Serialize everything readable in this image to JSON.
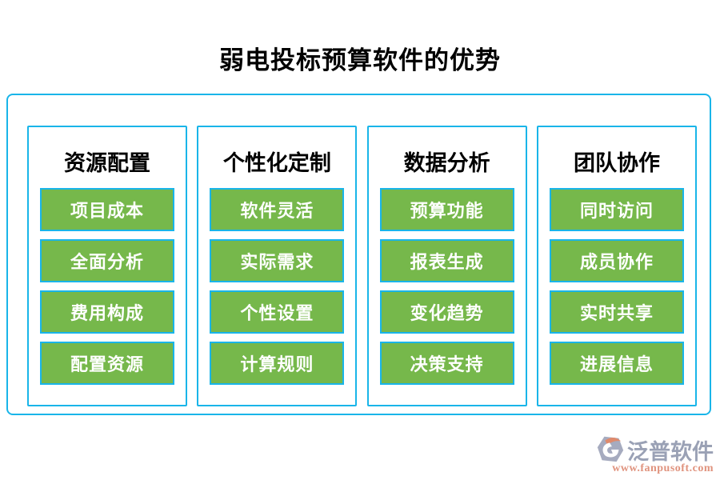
{
  "title": "弱电投标预算软件的优势",
  "colors": {
    "border_cyan": "#19b5e9",
    "item_green": "#76b84b",
    "item_text": "#ffffff",
    "heading_text": "#000000",
    "brand_gray": "#9aa1b5",
    "brand_orange": "#e0937e"
  },
  "columns": [
    {
      "header": "资源配置",
      "items": [
        "项目成本",
        "全面分析",
        "费用构成",
        "配置资源"
      ]
    },
    {
      "header": "个性化定制",
      "items": [
        "软件灵活",
        "实际需求",
        "个性设置",
        "计算规则"
      ]
    },
    {
      "header": "数据分析",
      "items": [
        "预算功能",
        "报表生成",
        "变化趋势",
        "决策支持"
      ]
    },
    {
      "header": "团队协作",
      "items": [
        "同时访问",
        "成员协作",
        "实时共享",
        "进展信息"
      ]
    }
  ],
  "footer": {
    "brand": "泛普软件",
    "website": "www.fanpusoft.com",
    "logo_icon": "fanpu-logo"
  }
}
